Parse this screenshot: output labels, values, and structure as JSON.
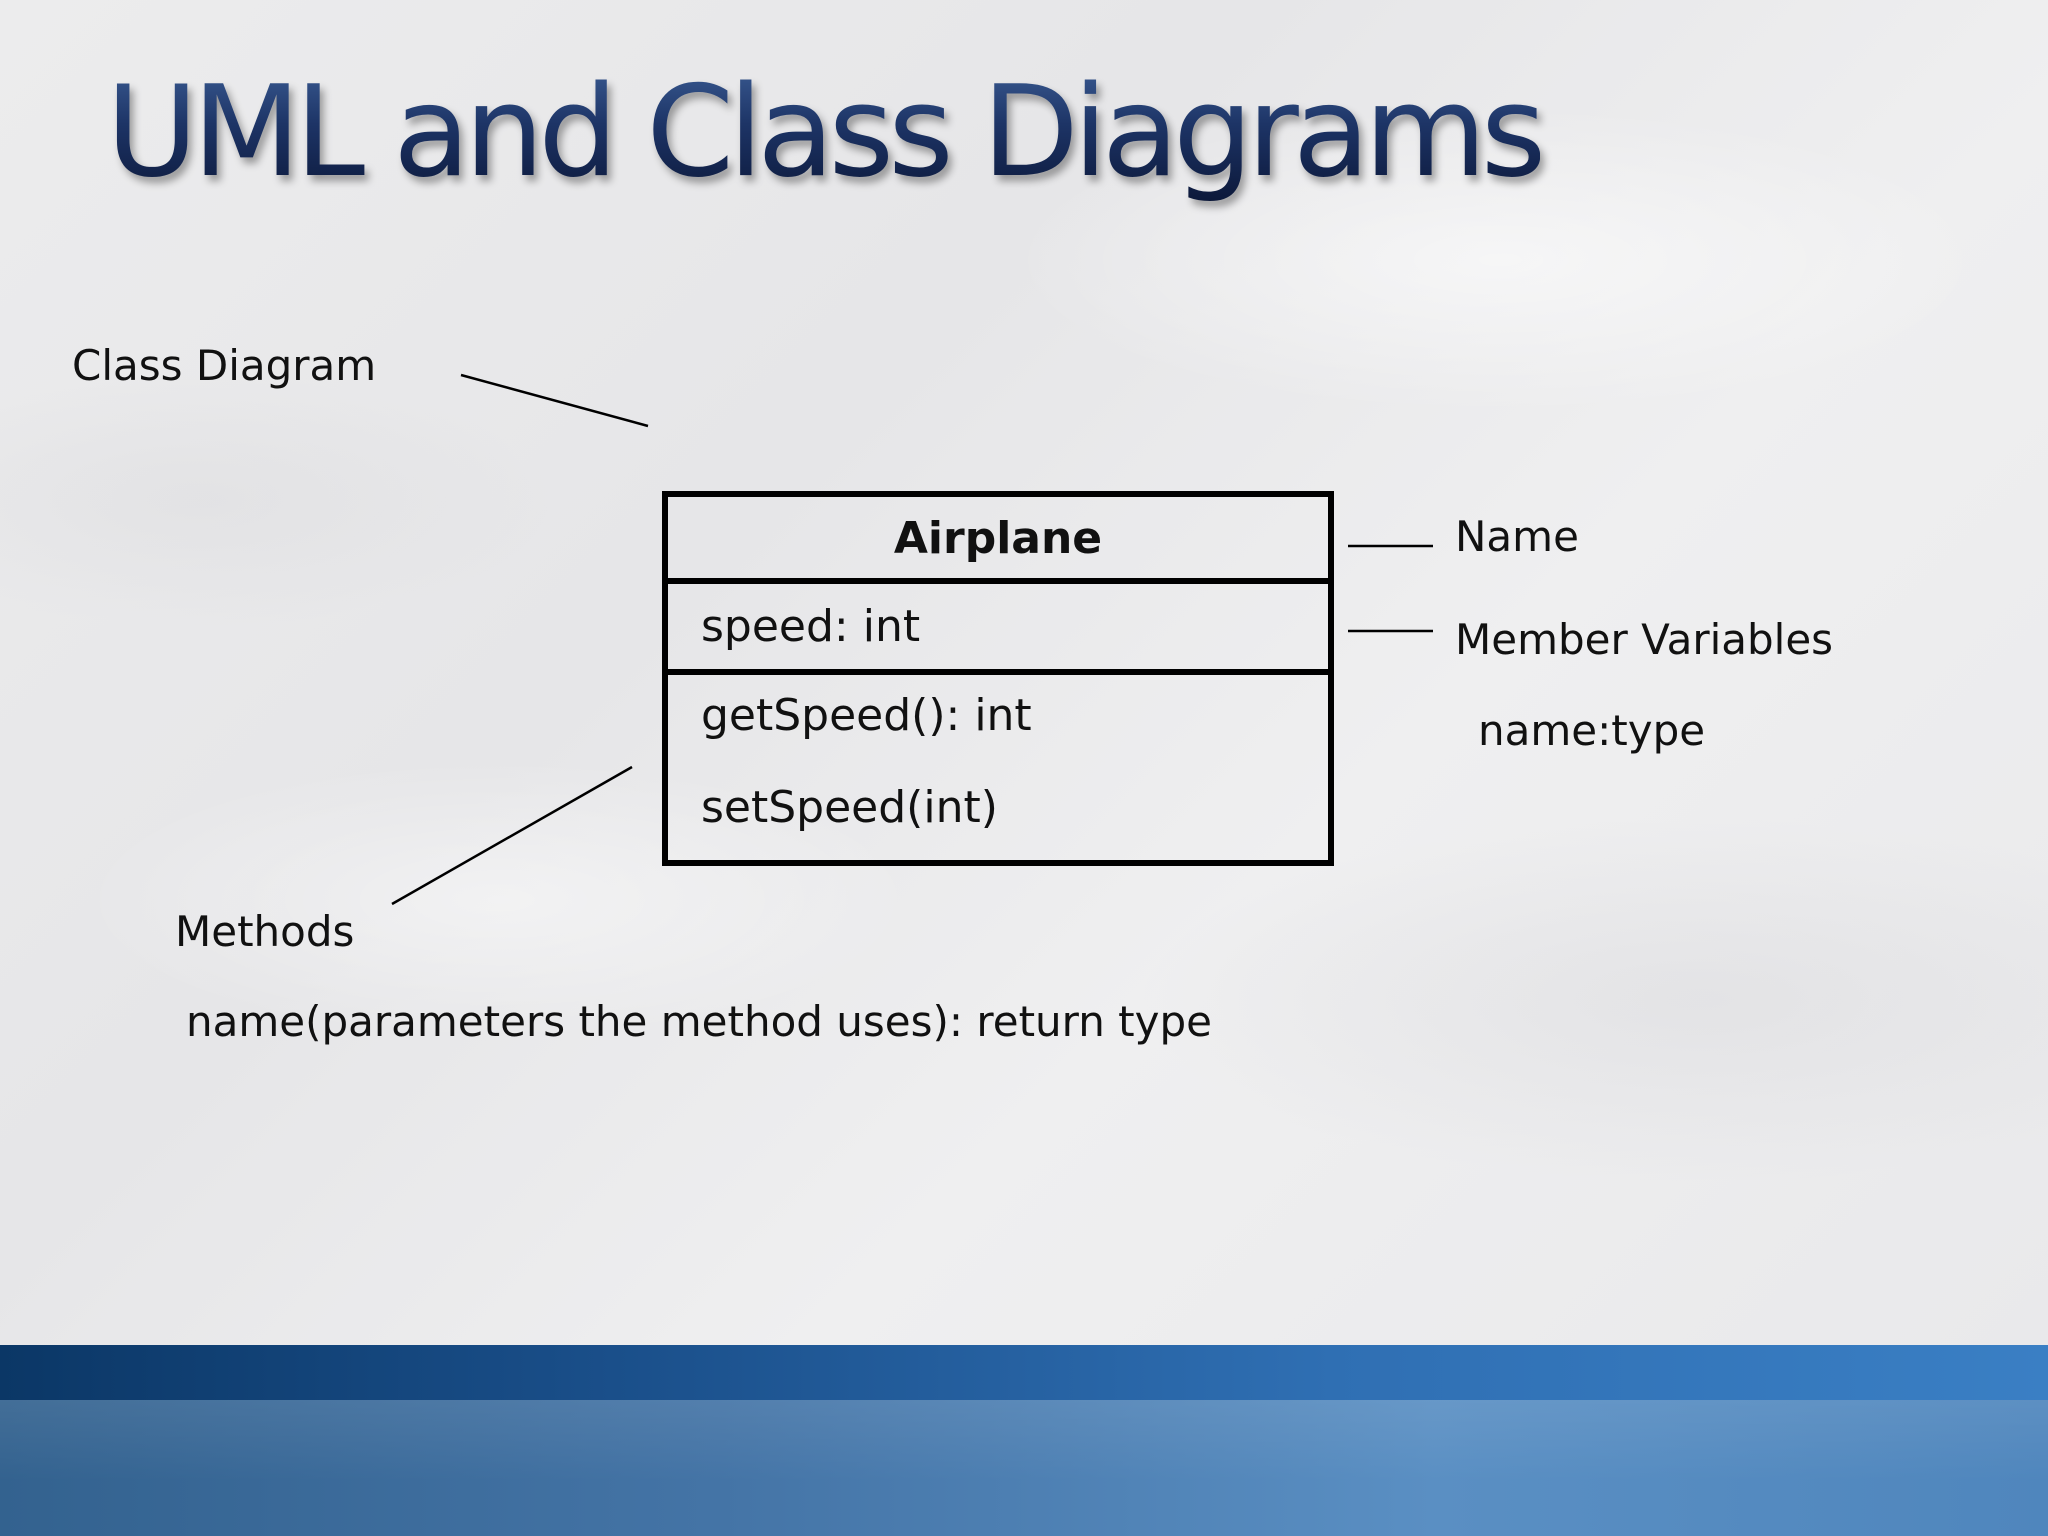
{
  "slide": {
    "title": "UML and Class Diagrams"
  },
  "labels": {
    "class_diagram": "Class Diagram",
    "name": "Name",
    "member_variables": "Member Variables",
    "member_variables_format": "name:type",
    "methods": "Methods",
    "methods_format": "name(parameters the method uses): return type"
  },
  "uml_class": {
    "name": "Airplane",
    "attributes": [
      "speed: int"
    ],
    "methods": [
      "getSpeed(): int",
      "setSpeed(int)"
    ]
  },
  "colors": {
    "title_gradient_top": "#3d5f97",
    "title_gradient_bottom": "#0b1738",
    "footer_dark_blue": "#0b3766",
    "footer_light_blue": "#5a8fc3",
    "background": "#e9e9eb"
  }
}
